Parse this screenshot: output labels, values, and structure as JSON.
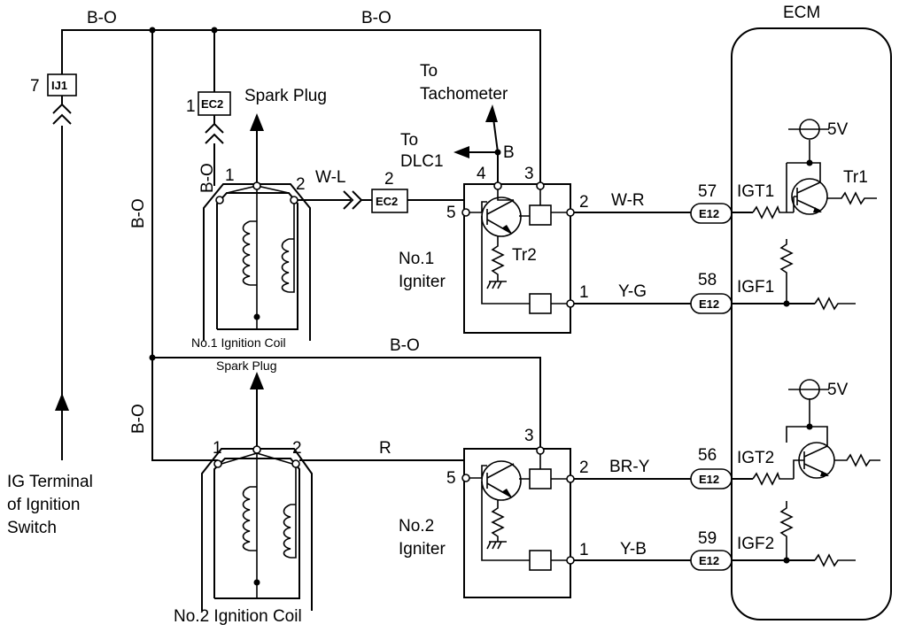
{
  "wires": {
    "top_left": "B-O",
    "top_right": "B-O",
    "left_vertical": "B-O",
    "coil1_vertical": "B-O",
    "mid_horizontal": "B-O",
    "lower_vertical": "B-O",
    "coil1_to_ec2": "W-L",
    "igt1": "W-R",
    "igf1": "Y-G",
    "coil2_to_igniter2": "R",
    "igt2": "BR-Y",
    "igf2": "Y-B",
    "tach_wire": "B"
  },
  "connectors": {
    "ij1": "IJ1",
    "ij1_pin": "7",
    "ec2_top": "EC2",
    "ec2_top_pin": "1",
    "ec2_mid": "EC2",
    "ec2_mid_pin": "2",
    "e12": "E12",
    "pin_57": "57",
    "pin_58": "58",
    "pin_56": "56",
    "pin_59": "59"
  },
  "labels": {
    "ecm": "ECM",
    "spark_plug_1": "Spark Plug",
    "spark_plug_2": "Spark Plug",
    "to": "To",
    "tachometer": "Tachometer",
    "to_dlc": "To",
    "dlc1": "DLC1",
    "coil1": "No.1 Ignition Coil",
    "coil2": "No.2 Ignition Coil",
    "igniter1_line1": "No.1",
    "igniter1_line2": "Igniter",
    "igniter2_line1": "No.2",
    "igniter2_line2": "Igniter",
    "tr1": "Tr1",
    "tr2": "Tr2",
    "v5_top": "5V",
    "v5_bottom": "5V",
    "igt1": "IGT1",
    "igf1": "IGF1",
    "igt2": "IGT2",
    "igf2": "IGF2",
    "ig_line1": "IG Terminal",
    "ig_line2": "of Ignition",
    "ig_line3": "Switch"
  },
  "pins": {
    "coil1_1": "1",
    "coil1_2": "2",
    "coil2_1": "1",
    "coil2_2": "2",
    "ig1_4": "4",
    "ig1_3": "3",
    "ig1_5": "5",
    "ig1_2": "2",
    "ig1_1": "1",
    "ig2_3": "3",
    "ig2_5": "5",
    "ig2_2": "2",
    "ig2_1": "1"
  }
}
